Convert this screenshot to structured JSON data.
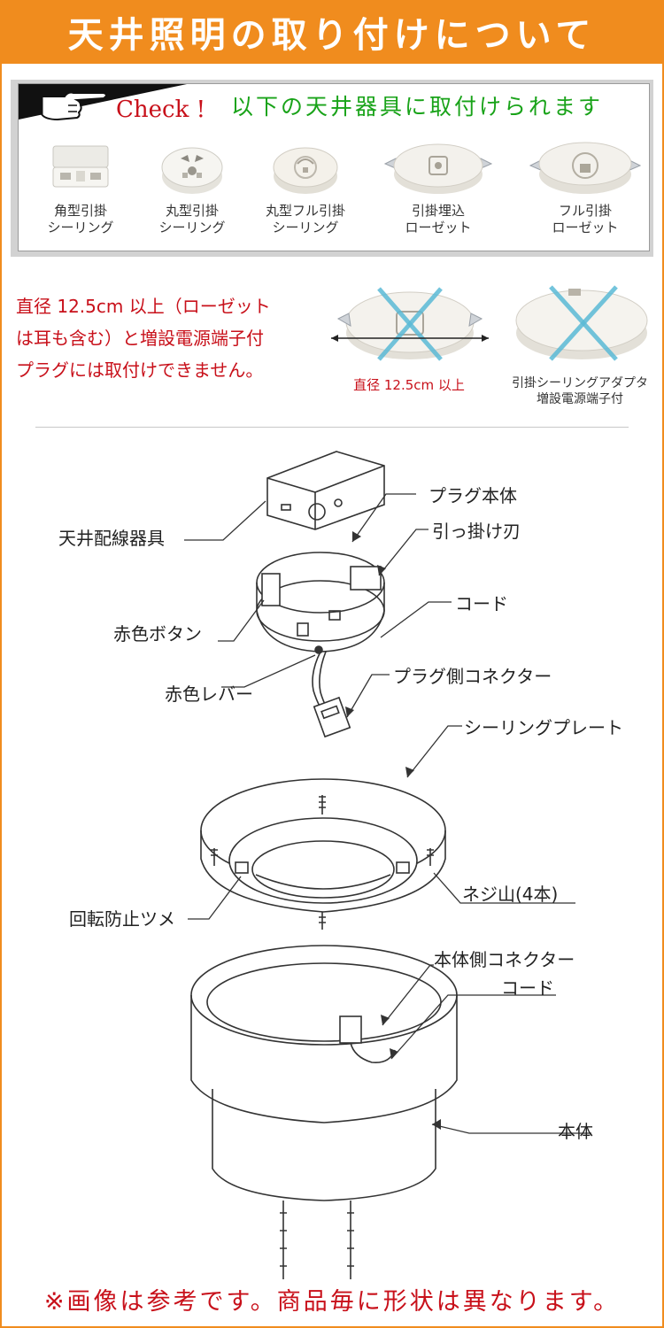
{
  "header": {
    "title": "天井照明の取り付けについて"
  },
  "check": {
    "label": "Check !",
    "title": "以下の天井器具に取付けられます",
    "fixtures": [
      {
        "line1": "角型引掛",
        "line2": "シーリング"
      },
      {
        "line1": "丸型引掛",
        "line2": "シーリング"
      },
      {
        "line1": "丸型フル引掛",
        "line2": "シーリング"
      },
      {
        "line1": "引掛埋込",
        "line2": "ローゼット"
      },
      {
        "line1": "フル引掛",
        "line2": "ローゼット"
      }
    ]
  },
  "warning": {
    "lines": [
      "直径 12.5cm 以上（ローゼット",
      "は耳も含む）と増設電源端子付",
      "プラグには取付けできません。"
    ],
    "caption_diameter": "直径 12.5cm 以上",
    "caption_adapter": [
      "引掛シーリングアダプタ",
      "増設電源端子付"
    ]
  },
  "diagram": {
    "labels": {
      "ceiling_fixture": "天井配線器具",
      "plug_body": "プラグ本体",
      "hook_blade": "引っ掛け刃",
      "cord_top": "コード",
      "red_button": "赤色ボタン",
      "plug_connector": "プラグ側コネクター",
      "red_lever": "赤色レバー",
      "ceiling_plate": "シーリングプレート",
      "screw": "ネジ山(4本)",
      "anti_rotation": "回転防止ツメ",
      "body_connector": "本体側コネクター",
      "cord_bottom": "コード",
      "body": "本体"
    }
  },
  "footer": {
    "note": "※画像は参考です。商品毎に形状は異なります。"
  },
  "colors": {
    "orange": "#f08c1e",
    "red": "#c8101a",
    "green": "#19a319",
    "cross": "#5bbad6"
  }
}
